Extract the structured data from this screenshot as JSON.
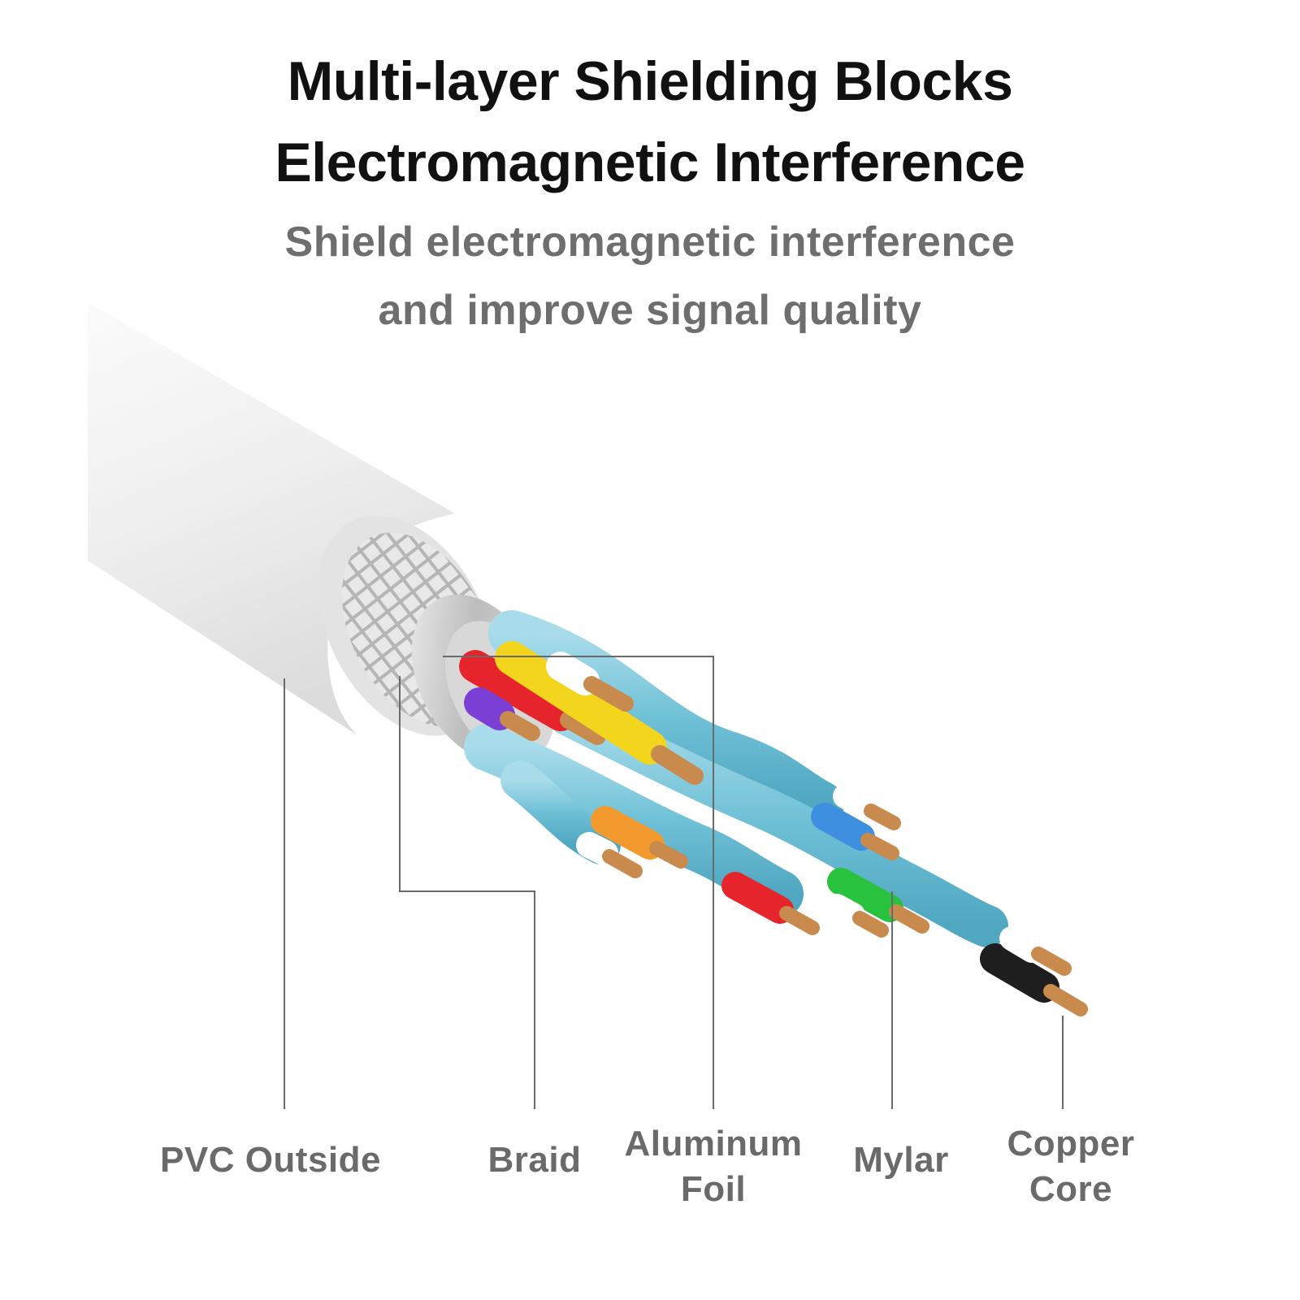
{
  "heading": {
    "line1": "Multi-layer Shielding Blocks",
    "line2": "Electromagnetic Interference"
  },
  "subheading": {
    "line1": "Shield electromagnetic interference",
    "line2": "and improve signal quality"
  },
  "labels": {
    "pvc": "PVC Outside",
    "braid": "Braid",
    "foil_line1": "Aluminum",
    "foil_line2": "Foil",
    "mylar": "Mylar",
    "copper_line1": "Copper",
    "copper_line2": "Core"
  },
  "colors": {
    "jacket": "#f2f2f2",
    "shield_pair": "#7cc8dc",
    "copper": "#c98a4e",
    "wire_red": "#e5242c",
    "wire_yellow": "#f2d51c",
    "wire_purple": "#7b3fd6",
    "wire_orange": "#f29a2e",
    "wire_blue": "#3f8fe0",
    "wire_green": "#28c23f",
    "wire_black": "#1e1e1e"
  }
}
